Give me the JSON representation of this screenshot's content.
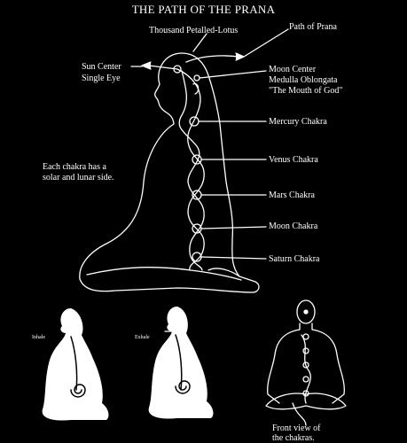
{
  "title": "THE PATH OF THE PRANA",
  "labels": {
    "thousand_petalled_lotus": "Thousand Petalled-Lotus",
    "path_of_prana": "Path of Prana",
    "sun_center_line1": "Sun Center",
    "sun_center_line2": "Single Eye",
    "moon_center_line1": "Moon Center",
    "moon_center_line2": "Medulla Oblongata",
    "moon_center_line3": "\"The Mouth of God\"",
    "mercury_chakra": "Mercury Chakra",
    "venus_chakra": "Venus Chakra",
    "mars_chakra": "Mars Chakra",
    "moon_chakra": "Moon Chakra",
    "saturn_chakra": "Saturn Chakra",
    "solar_lunar_line1": "Each chakra has a",
    "solar_lunar_line2": "solar and lunar side.",
    "inhale": "Inhale",
    "exhale": "Exhale",
    "front_view_line1": "Front view of",
    "front_view_line2": "the chakras."
  },
  "colors": {
    "background": "#000000",
    "ink": "#ffffff"
  }
}
